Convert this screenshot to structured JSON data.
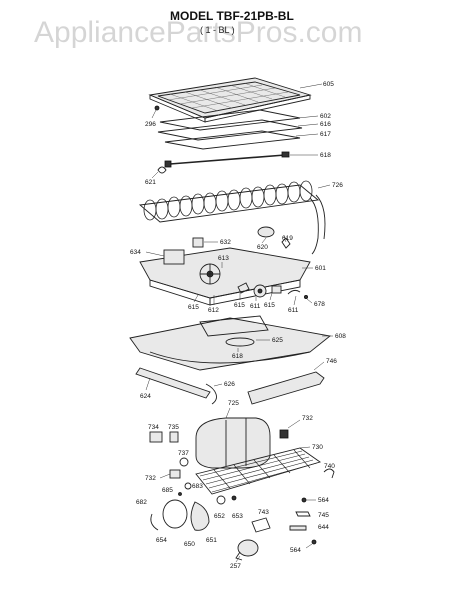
{
  "header": {
    "model": "MODEL TBF-21PB-BL",
    "submodel": "( 1 - BL )"
  },
  "watermark": "AppliancePartsPros.com",
  "parts": {
    "p605": "605",
    "p296": "296",
    "p602": "602",
    "p616": "616",
    "p617": "617",
    "p618": "618",
    "p621": "621",
    "p726": "726",
    "p632": "632",
    "p620": "620",
    "p619": "619",
    "p634": "634",
    "p613": "613",
    "p601": "601",
    "p615a": "615",
    "p612": "612",
    "p615b": "615",
    "p611": "611",
    "p615c": "615",
    "p611b": "611",
    "p678": "678",
    "p625": "625",
    "p608": "608",
    "p618b": "618",
    "p746": "746",
    "p624": "624",
    "p626": "626",
    "p725": "725",
    "p734": "734",
    "p735": "735",
    "p732a": "732",
    "p730": "730",
    "p737": "737",
    "p740": "740",
    "p732b": "732",
    "p683": "683",
    "p685": "685",
    "p682": "682",
    "p564a": "564",
    "p745": "745",
    "p653": "653",
    "p652": "652",
    "p743": "743",
    "p644": "644",
    "p654": "654",
    "p650": "650",
    "p651": "651",
    "p564b": "564",
    "p257": "257"
  }
}
